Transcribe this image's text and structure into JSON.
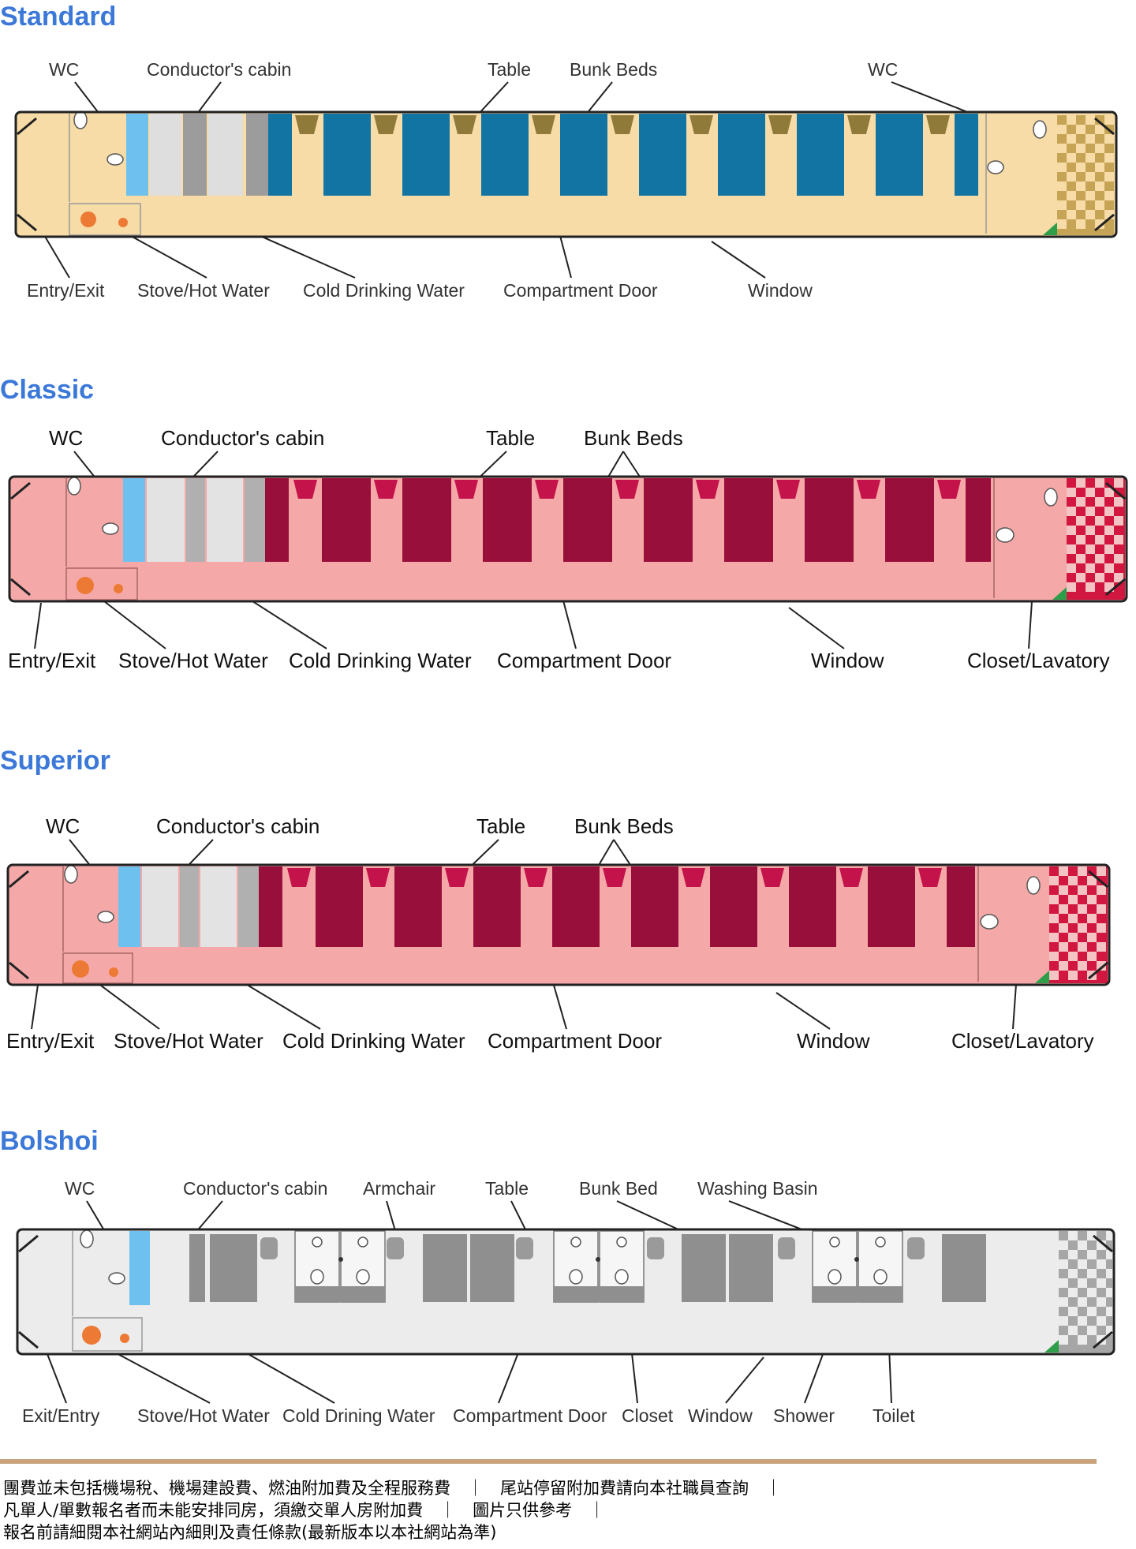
{
  "sections": {
    "standard": {
      "title": "Standard",
      "labels": {
        "wc1": "WC",
        "conductor": "Conductor's cabin",
        "table": "Table",
        "bunk": "Bunk Beds",
        "wc2": "WC",
        "entry": "Entry/Exit",
        "stove": "Stove/Hot Water",
        "cold": "Cold Drinking Water",
        "door": "Compartment Door",
        "window": "Window"
      }
    },
    "classic": {
      "title": "Classic",
      "labels": {
        "wc1": "WC",
        "conductor": "Conductor's cabin",
        "table": "Table",
        "bunk": "Bunk Beds",
        "entry": "Entry/Exit",
        "stove": "Stove/Hot Water",
        "cold": "Cold Drinking Water",
        "door": "Compartment Door",
        "window": "Window",
        "closet": "Closet/Lavatory"
      }
    },
    "superior": {
      "title": "Superior",
      "labels": {
        "wc1": "WC",
        "conductor": "Conductor's cabin",
        "table": "Table",
        "bunk": "Bunk Beds",
        "entry": "Entry/Exit",
        "stove": "Stove/Hot Water",
        "cold": "Cold Drinking Water",
        "door": "Compartment Door",
        "window": "Window",
        "closet": "Closet/Lavatory"
      }
    },
    "bolshoi": {
      "title": "Bolshoi",
      "labels": {
        "wc1": "WC",
        "conductor": "Conductor's cabin",
        "armchair": "Armchair",
        "table": "Table",
        "bunk": "Bunk Bed",
        "basin": "Washing Basin",
        "entry": "Exit/Entry",
        "stove": "Stove/Hot Water",
        "cold": "Cold Drining Water",
        "door": "Compartment Door",
        "closet": "Closet",
        "window": "Window",
        "shower": "Shower",
        "toilet": "Toilet"
      }
    }
  },
  "colors": {
    "standard": {
      "floor": "#f7dca7",
      "bed": "#1274a3",
      "table": "#8f7a3a",
      "check": "#b5913a"
    },
    "classic": {
      "floor": "#f4a8a8",
      "bed": "#990f3b",
      "table": "#c4124a",
      "check": "#d1163f"
    },
    "superior": {
      "floor": "#f4a8a8",
      "bed": "#990f3b",
      "table": "#c4124a",
      "check": "#d1163f"
    },
    "bolshoi": {
      "floor": "#ececec",
      "bed": "#8f8f8f",
      "table": "#8f8f8f",
      "check": "#a6a6a6"
    },
    "accent_water": "#6ec1ee",
    "accent_stove": "#ec7a34",
    "accent_green": "#2e9e4a"
  },
  "footer": {
    "line1": "團費並未包括機場稅、機場建設費、燃油附加費及全程服務費　｜　尾站停留附加費請向本社職員查詢　｜",
    "line2": "凡單人/單數報名者而未能安排同房，須繳交單人房附加費　｜　圖片只供參考　｜",
    "line3": "報名前請細閱本社網站內細則及責任條款(最新版本以本社網站為準)"
  }
}
